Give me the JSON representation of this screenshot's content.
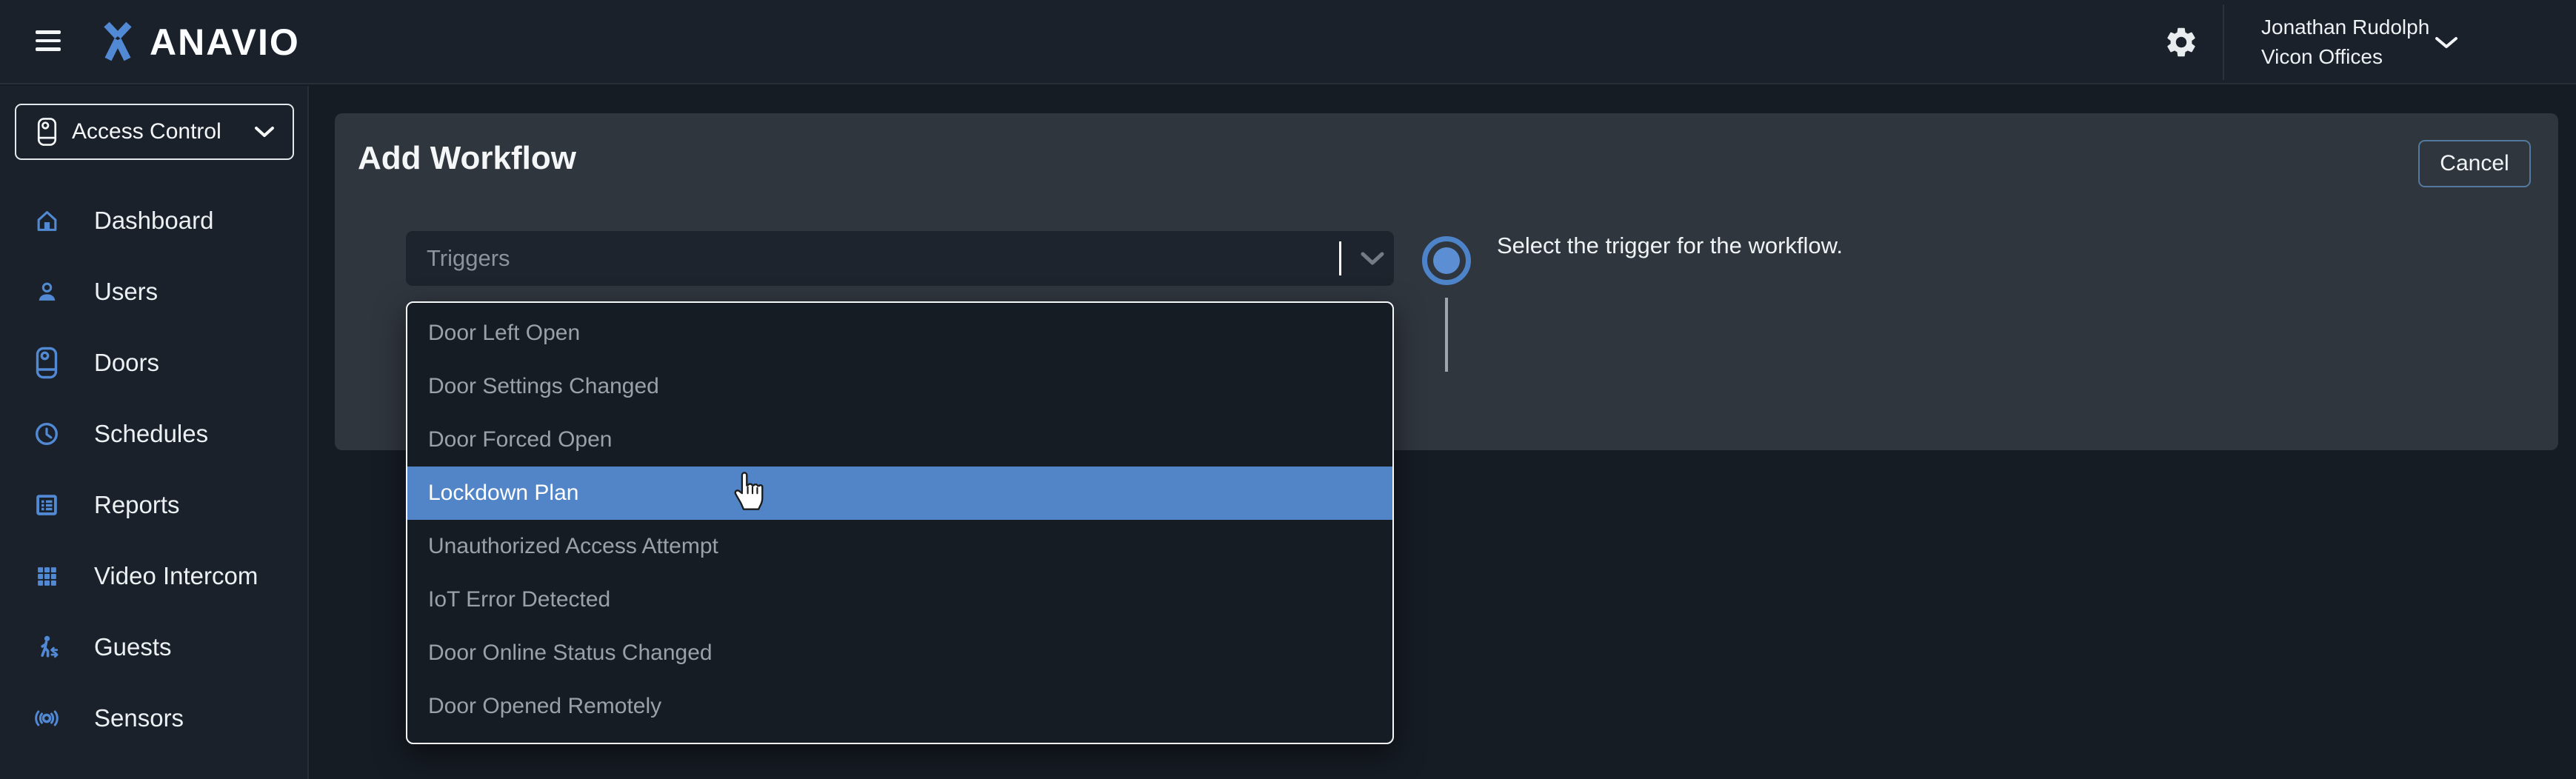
{
  "topbar": {
    "brand": "ANAVIO",
    "user": {
      "name": "Jonathan Rudolph",
      "org": "Vicon Offices"
    }
  },
  "sidebar": {
    "module_switcher": {
      "label": "Access Control"
    },
    "items": [
      {
        "label": "Dashboard"
      },
      {
        "label": "Users"
      },
      {
        "label": "Doors"
      },
      {
        "label": "Schedules"
      },
      {
        "label": "Reports"
      },
      {
        "label": "Video Intercom"
      },
      {
        "label": "Guests"
      },
      {
        "label": "Sensors"
      }
    ]
  },
  "main": {
    "title": "Add Workflow",
    "cancel_label": "Cancel",
    "trigger_field": {
      "placeholder": "Triggers",
      "value": ""
    },
    "helper_text": "Select the trigger for the workflow.",
    "dropdown": {
      "options": [
        "Door Left Open",
        "Door Settings Changed",
        "Door Forced Open",
        "Lockdown Plan",
        "Unauthorized Access Attempt",
        "IoT Error Detected",
        "Door Online Status Changed",
        "Door Opened Remotely"
      ],
      "highlighted_option": "Lockdown Plan",
      "highlighted_index": 3
    }
  },
  "colors": {
    "accent_blue": "#5289d4",
    "highlight_row": "#5185c8",
    "topbar_bg": "#1a212a",
    "card_bg": "#30363e",
    "page_bg": "#161c24",
    "input_bg": "#1d242d"
  }
}
